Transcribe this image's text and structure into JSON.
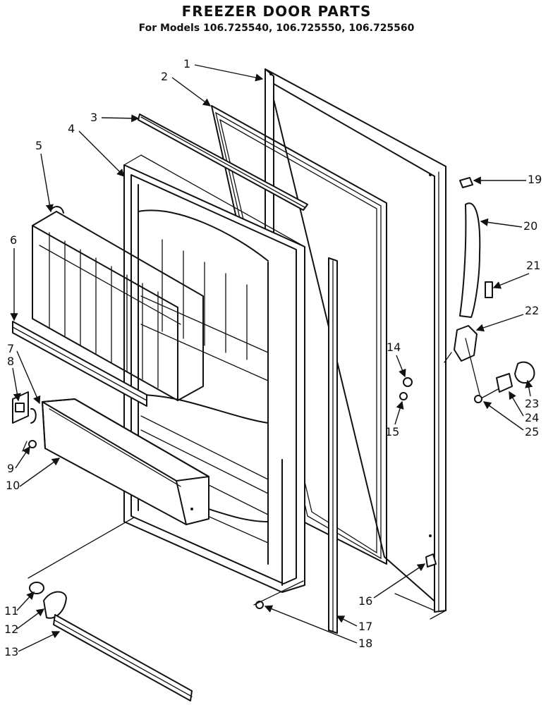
{
  "header": {
    "title": "FREEZER DOOR PARTS",
    "subtitle": "For Models 106.725540, 106.725550, 106.725560"
  },
  "callouts": [
    {
      "id": "1"
    },
    {
      "id": "2"
    },
    {
      "id": "3"
    },
    {
      "id": "4"
    },
    {
      "id": "5"
    },
    {
      "id": "6"
    },
    {
      "id": "7"
    },
    {
      "id": "8"
    },
    {
      "id": "9"
    },
    {
      "id": "10"
    },
    {
      "id": "11"
    },
    {
      "id": "12"
    },
    {
      "id": "13"
    },
    {
      "id": "14"
    },
    {
      "id": "15"
    },
    {
      "id": "16"
    },
    {
      "id": "17"
    },
    {
      "id": "18"
    },
    {
      "id": "19"
    },
    {
      "id": "20"
    },
    {
      "id": "21"
    },
    {
      "id": "22"
    },
    {
      "id": "23"
    },
    {
      "id": "24"
    },
    {
      "id": "25"
    }
  ]
}
